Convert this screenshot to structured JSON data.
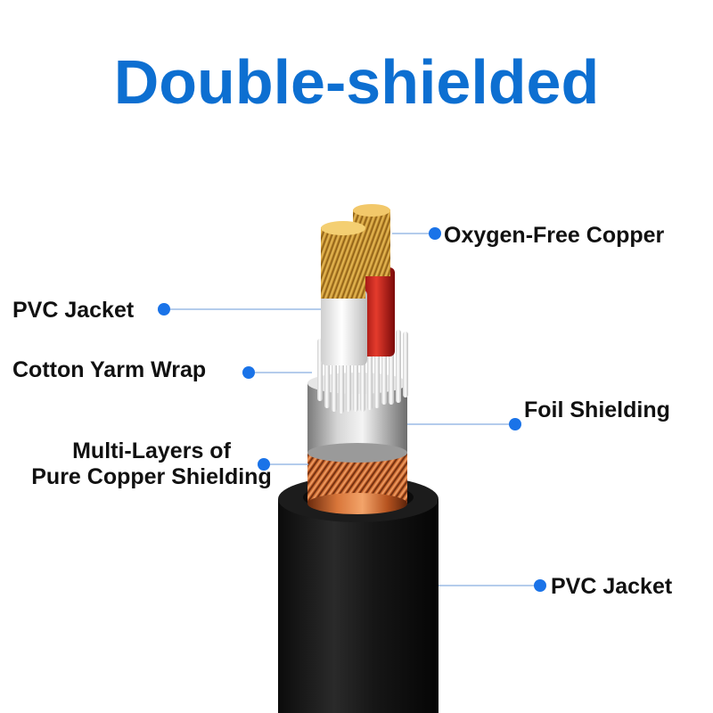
{
  "title": "Double-shielded",
  "title_color": "#0d6fd1",
  "leader_color": "#9bbce6",
  "dot_color": "#1a73e8",
  "labels": {
    "oxygen_free_copper": "Oxygen-Free Copper",
    "pvc_jacket_inner": "PVC Jacket",
    "cotton_yarn_wrap": "Cotton Yarm Wrap",
    "foil_shielding": "Foil Shielding",
    "copper_shielding_line1": "Multi-Layers of",
    "copper_shielding_line2": "Pure Copper Shielding",
    "pvc_jacket_outer": "PVC Jacket"
  }
}
